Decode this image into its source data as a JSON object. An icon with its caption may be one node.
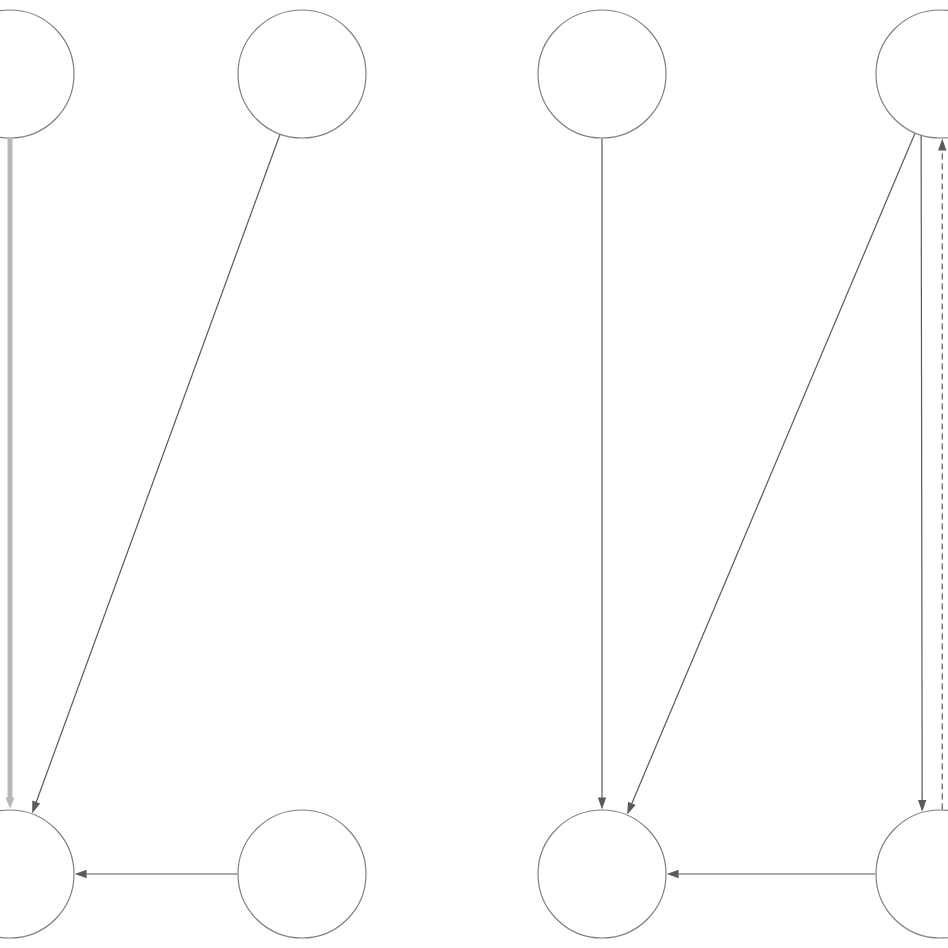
{
  "diagram": {
    "nodes": [
      {
        "text": [],
        "shape": "circle"
      },
      {
        "text": [],
        "shape": "circle"
      },
      {
        "text": [],
        "shape": "circle"
      },
      {
        "text": [],
        "shape": "circle"
      },
      {
        "text": [],
        "shape": "circle"
      },
      {
        "text": [],
        "shape": "circle"
      },
      {
        "text": [],
        "shape": "circle"
      },
      {
        "text": [],
        "shape": "circle"
      }
    ],
    "edges": [
      {
        "from": 0,
        "to": 4,
        "arrow": "to",
        "style": "thick",
        "color": "#b8b8b8"
      },
      {
        "from": 1,
        "to": 4,
        "arrow": "to"
      },
      {
        "from": 5,
        "to": 4,
        "arrow": "to"
      },
      {
        "from": 2,
        "to": 6,
        "arrow": "to"
      },
      {
        "from": 3,
        "to": 6,
        "arrow": "to"
      },
      {
        "from": 7,
        "to": 6,
        "arrow": "to"
      },
      {
        "from": 3,
        "to": 7,
        "arrow": "to"
      },
      {
        "from": 7,
        "to": 3,
        "arrow": "to",
        "style": "dashed"
      }
    ]
  }
}
